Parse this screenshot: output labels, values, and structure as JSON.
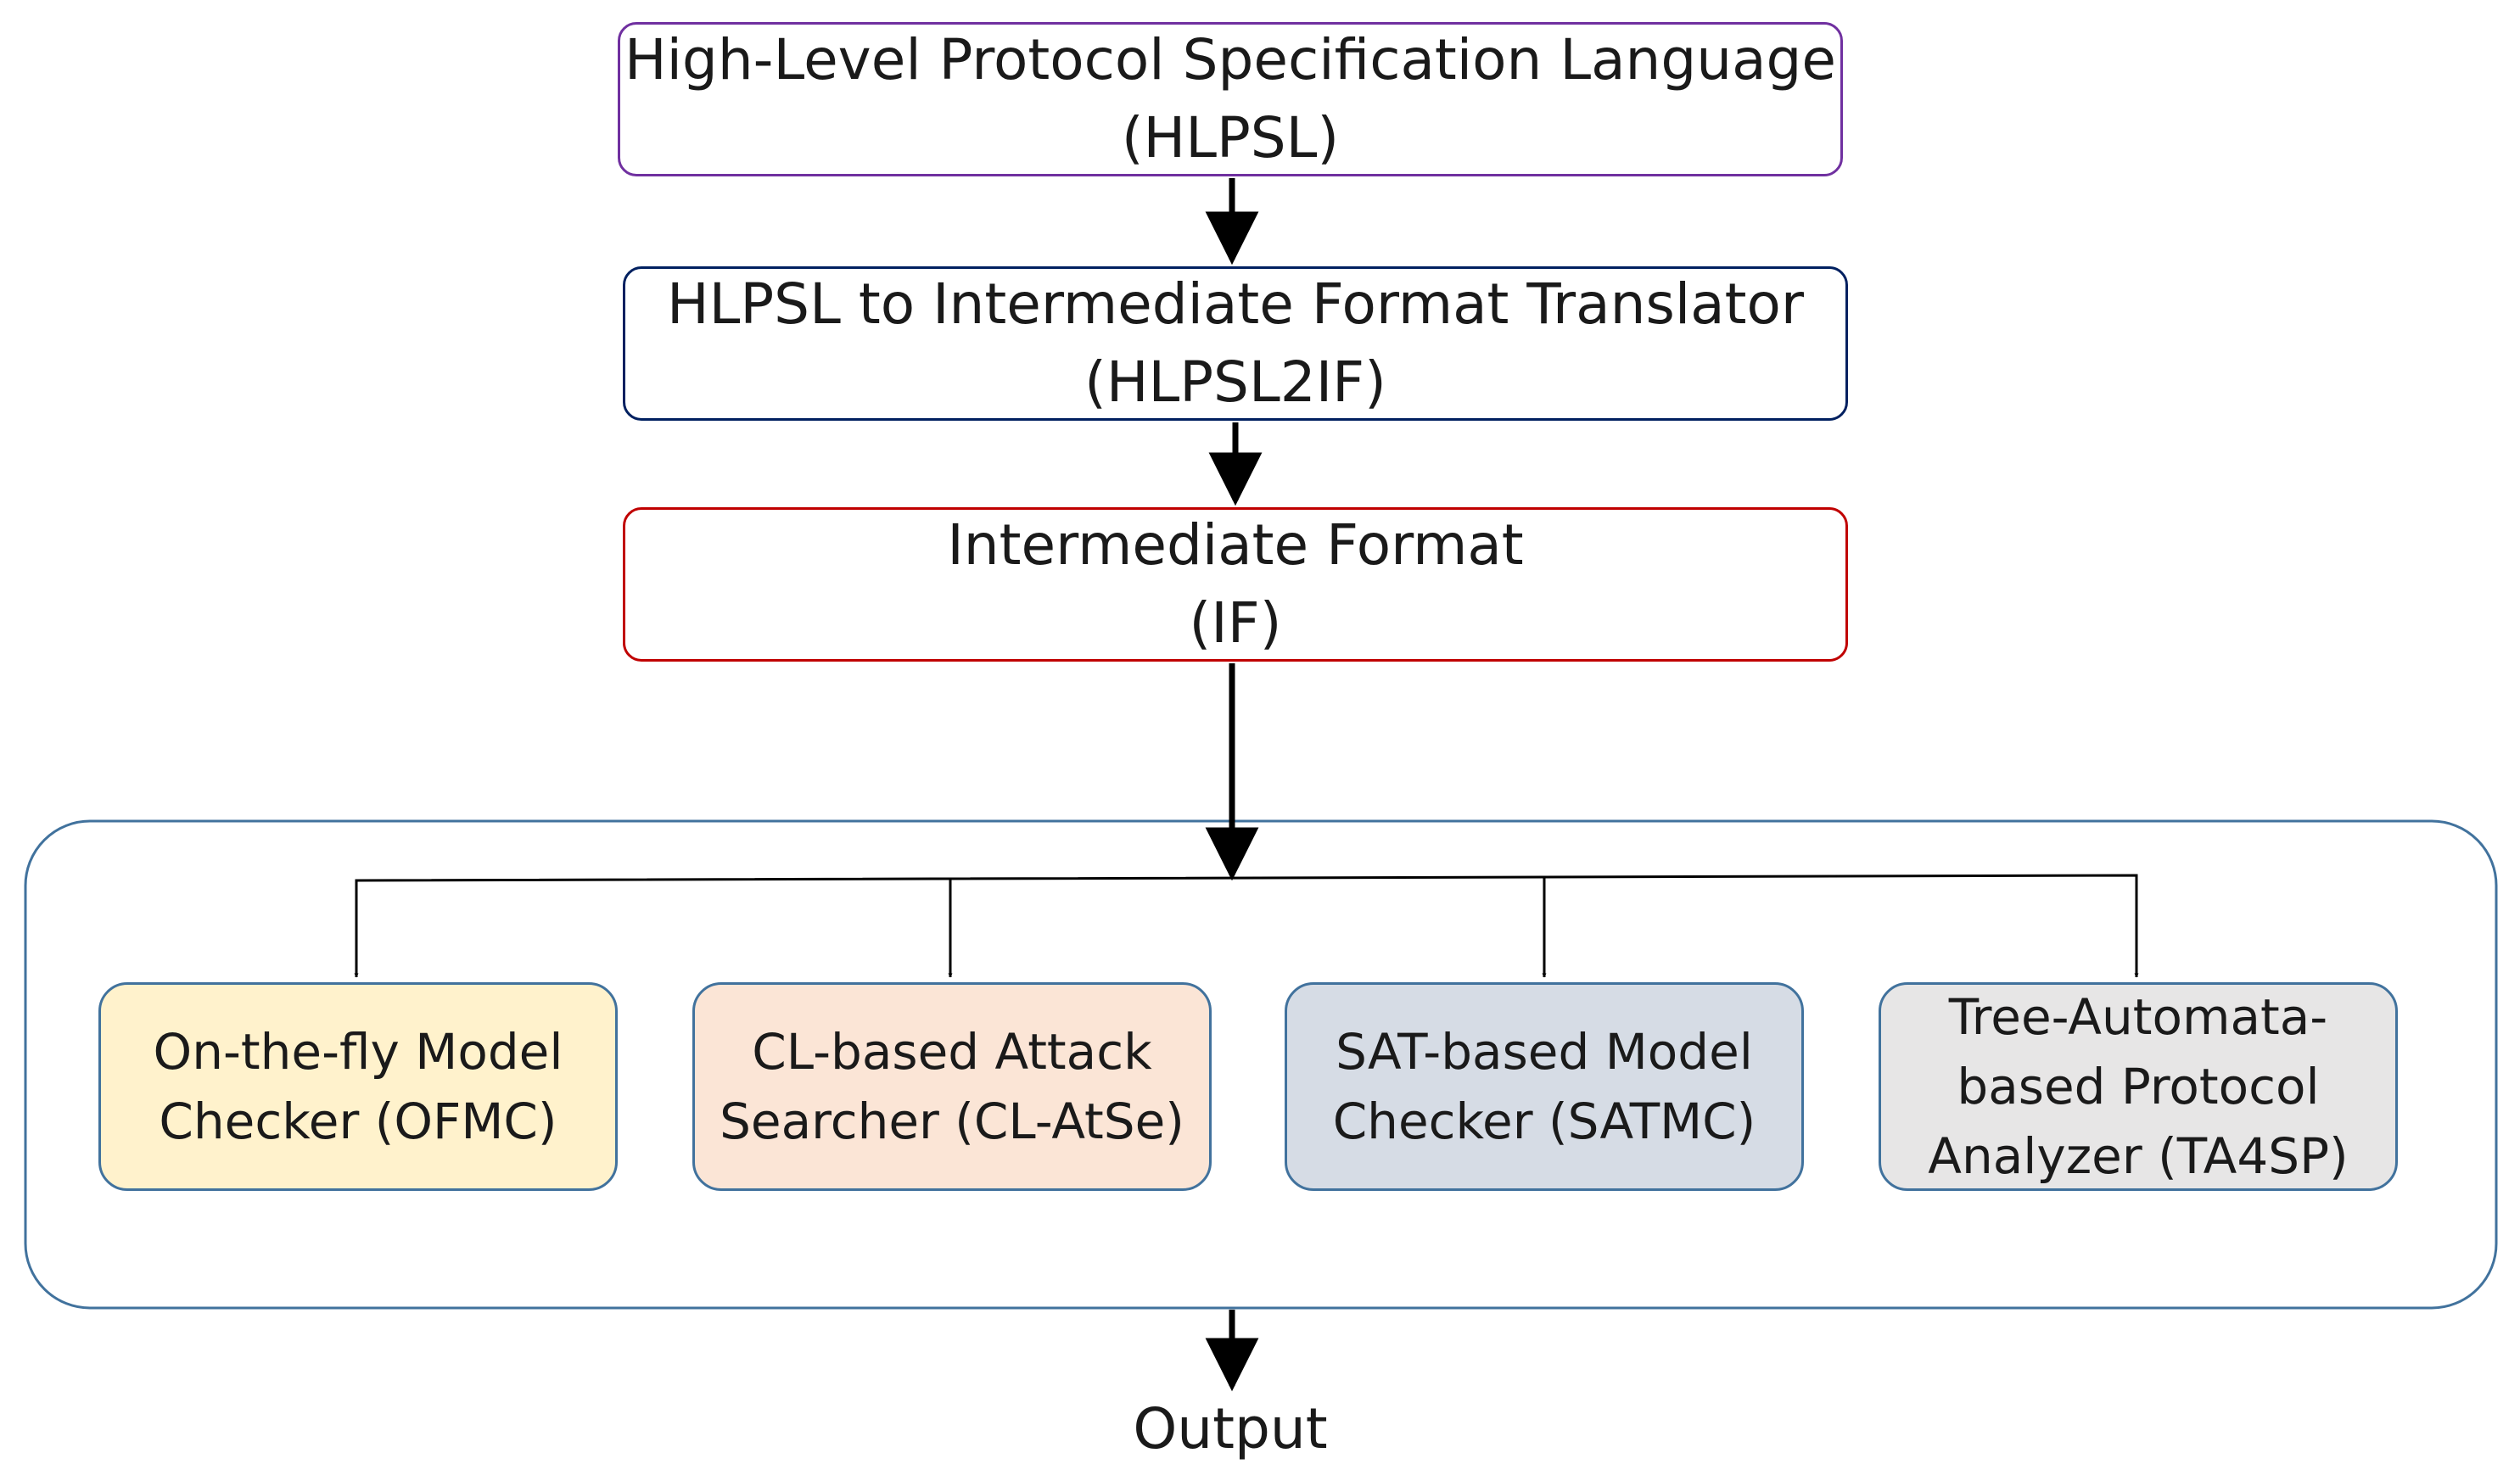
{
  "colors": {
    "hlpsl_border": "#7030a0",
    "hlpsl2if_border": "#002060",
    "if_border": "#c00000",
    "checker_border": "#41729d",
    "container_border": "#41729d",
    "arrow": "#000000",
    "ofmc_fill": "#fff2cc",
    "clatse_fill": "#fbe5d6",
    "satmc_fill": "#d6dce5",
    "ta4sp_fill": "#e7e6e6"
  },
  "nodes": {
    "hlpsl": {
      "line1": "High-Level Protocol Specification Language",
      "line2": "(HLPSL)"
    },
    "hlpsl2if": {
      "line1": "HLPSL to Intermediate Format Translator",
      "line2": "(HLPSL2IF)"
    },
    "if": {
      "line1": "Intermediate Format",
      "line2": "(IF)"
    },
    "ofmc": {
      "line1": "On-the-fly Model",
      "line2": "Checker (OFMC)"
    },
    "clatse": {
      "line1": "CL-based Attack",
      "line2": "Searcher (CL-AtSe)"
    },
    "satmc": {
      "line1": "SAT-based Model",
      "line2": "Checker (SATMC)"
    },
    "ta4sp": {
      "line1": "Tree-Automata-",
      "line2": "based Protocol",
      "line3": "Analyzer (TA4SP)"
    }
  },
  "output": {
    "label": "Output"
  }
}
